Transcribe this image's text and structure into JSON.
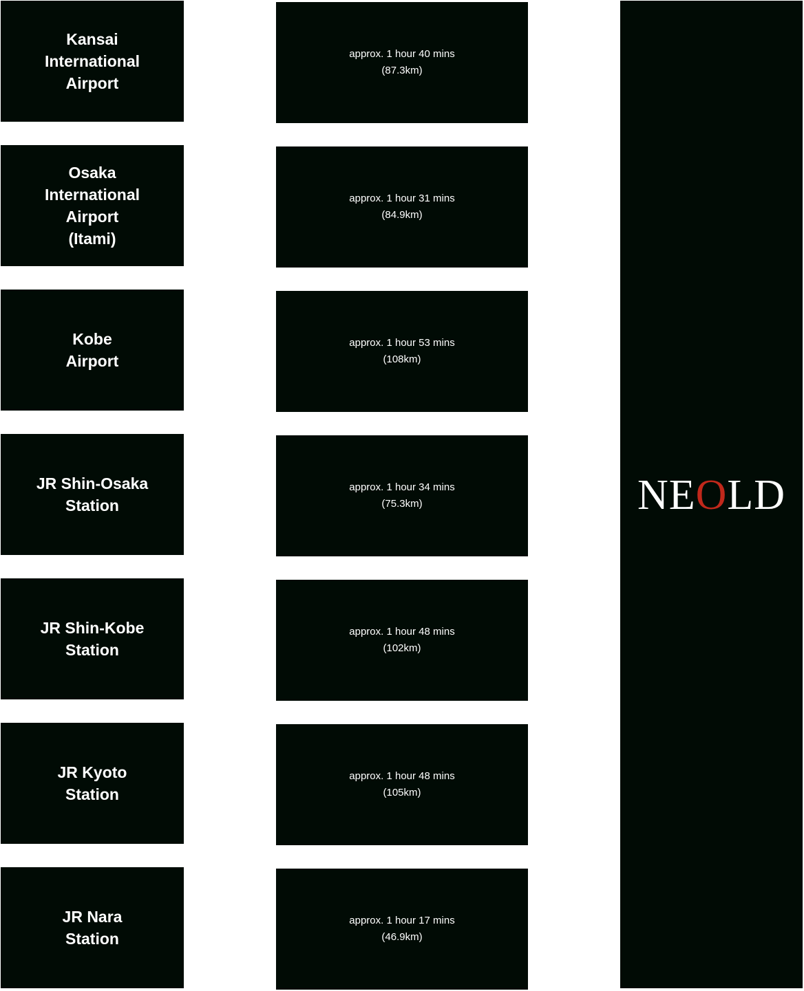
{
  "routes": [
    {
      "origin": "Kansai\nInternational\nAirport",
      "time": "approx. 1 hour 40 mins",
      "distance": "(87.3km)"
    },
    {
      "origin": "Osaka\nInternational\nAirport\n(Itami)",
      "time": "approx. 1 hour 31 mins",
      "distance": "(84.9km)"
    },
    {
      "origin": "Kobe\nAirport",
      "time": "approx. 1 hour 53 mins",
      "distance": "(108km)"
    },
    {
      "origin": "JR Shin-Osaka\nStation",
      "time": "approx. 1 hour 34 mins",
      "distance": "(75.3km)"
    },
    {
      "origin": "JR Shin-Kobe\nStation",
      "time": "approx. 1 hour 48 mins",
      "distance": "(102km)"
    },
    {
      "origin": "JR Kyoto\nStation",
      "time": "approx. 1 hour 48 mins",
      "distance": "(105km)"
    },
    {
      "origin": "JR Nara\nStation",
      "time": "approx. 1 hour 17 mins",
      "distance": "(46.9km)"
    }
  ],
  "destination": {
    "logo_before": "NE",
    "logo_accent": "O",
    "logo_after": "LD",
    "accent_color": "#c0281b"
  },
  "colors": {
    "panel": "#010b05",
    "text": "#ffffff",
    "background": "#ffffff"
  }
}
